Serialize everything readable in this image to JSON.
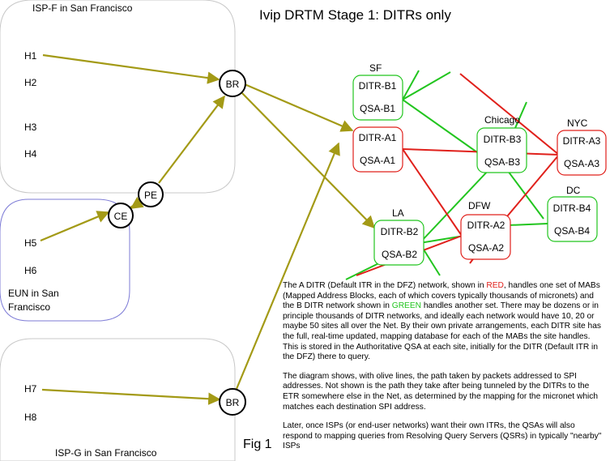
{
  "title": "Ivip DRTM Stage 1: DITRs only",
  "regions": {
    "isp_f": "ISP-F in San Francisco",
    "isp_g": "ISP-G in San Francisco",
    "eun_line1": "EUN in San",
    "eun_line2": "Francisco"
  },
  "hosts": [
    "H1",
    "H2",
    "H3",
    "H4",
    "H5",
    "H6",
    "H7",
    "H8"
  ],
  "routers": {
    "br": "BR",
    "pe": "PE",
    "ce": "CE"
  },
  "sites": {
    "sf": "SF",
    "chicago": "Chicago",
    "nyc": "NYC",
    "la": "LA",
    "dfw": "DFW",
    "dc": "DC"
  },
  "ditr_boxes": {
    "b1": {
      "ditr": "DITR-B1",
      "qsa": "QSA-B1"
    },
    "a1": {
      "ditr": "DITR-A1",
      "qsa": "QSA-A1"
    },
    "b3": {
      "ditr": "DITR-B3",
      "qsa": "QSA-B3"
    },
    "a3": {
      "ditr": "DITR-A3",
      "qsa": "QSA-A3"
    },
    "b2": {
      "ditr": "DITR-B2",
      "qsa": "QSA-B2"
    },
    "a2": {
      "ditr": "DITR-A2",
      "qsa": "QSA-A2"
    },
    "b4": {
      "ditr": "DITR-B4",
      "qsa": "QSA-B4"
    }
  },
  "caption": {
    "p1_a": "The A DITR (Default ITR in the DFZ) network, shown in ",
    "p1_red": "RED",
    "p1_b": ", handles one set of MABs (Mapped Address Blocks, each of which covers typically thousands of micronets) and the B DITR network shown in ",
    "p1_green": "GREEN",
    "p1_c": " handles another set.  There may be dozens or in principle thousands of DITR networks, and ideally each network would have 10, 20 or maybe 50 sites all over the Net.  By their own private arrangements, each DITR site has the full, real-time updated, mapping database for each of the MABs the site handles.  This is stored in the Authoritative QSA at each site, initially for the DITR (Default ITR in the DFZ) there to query.",
    "p2": "The diagram shows, with olive lines, the path taken by packets addressed to SPI addresses. Not shown is the path they take after being tunneled by the DITRs to the ETR somewhere else in the Net, as determined by the mapping for the micronet which matches each destination SPI address.",
    "p3": "Later, once ISPs (or end-user networks) want their own ITRs, the QSAs will also respond to mapping queries from Resolving Query Servers (QSRs) in typically \"nearby\" ISPs"
  },
  "fig_label": "Fig 1",
  "colors": {
    "olive": "#a39a16",
    "red": "#e0201b",
    "green": "#22c51f",
    "blue": "#7d7bd6",
    "gray": "#c8c8c8"
  }
}
